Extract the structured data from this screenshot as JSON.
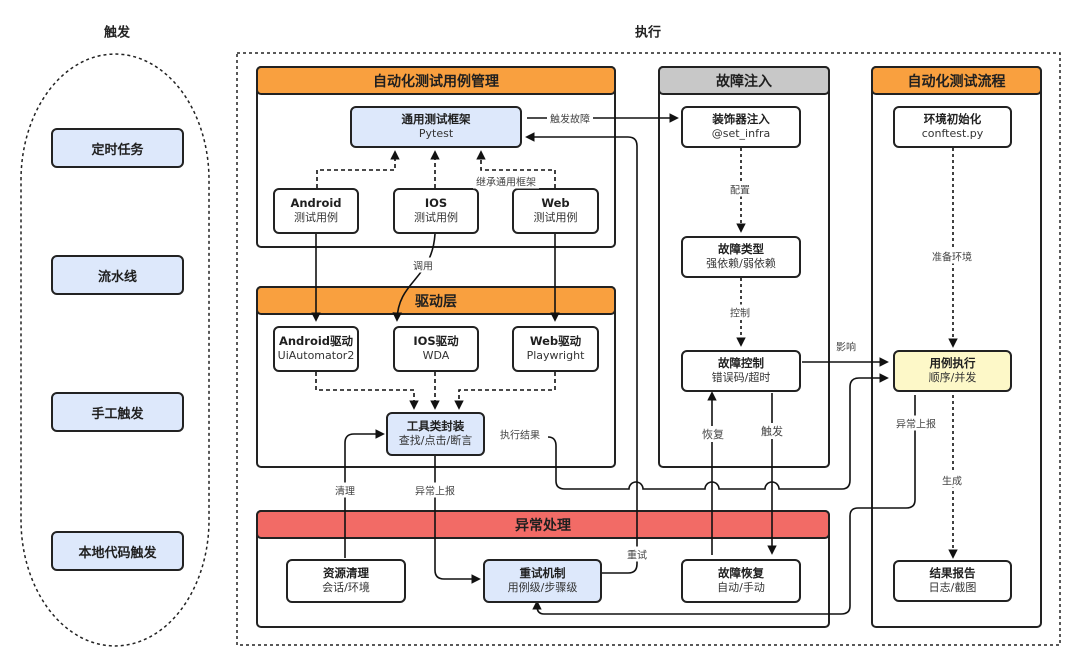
{
  "section_titles": {
    "trigger": "触发",
    "execute": "执行"
  },
  "triggers": [
    "定时任务",
    "流水线",
    "手工触发",
    "本地代码触发"
  ],
  "panels": {
    "case_mgmt": "自动化测试用例管理",
    "driver": "驱动层",
    "exception": "异常处理",
    "fault_injection": "故障注入",
    "flow": "自动化测试流程"
  },
  "nodes": {
    "pytest": {
      "title": "通用测试框架",
      "sub": "Pytest"
    },
    "android_case": {
      "title": "Android",
      "sub": "测试用例"
    },
    "ios_case": {
      "title": "IOS",
      "sub": "测试用例"
    },
    "web_case": {
      "title": "Web",
      "sub": "测试用例"
    },
    "android_driver": {
      "title": "Android驱动",
      "sub": "UiAutomator2"
    },
    "ios_driver": {
      "title": "IOS驱动",
      "sub": "WDA"
    },
    "web_driver": {
      "title": "Web驱动",
      "sub": "Playwright"
    },
    "tools": {
      "title": "工具类封装",
      "sub": "查找/点击/断言"
    },
    "cleanup": {
      "title": "资源清理",
      "sub": "会话/环境"
    },
    "retry": {
      "title": "重试机制",
      "sub": "用例级/步骤级"
    },
    "recover": {
      "title": "故障恢复",
      "sub": "自动/手动"
    },
    "decorator": {
      "title": "装饰器注入",
      "sub": "@set_infra"
    },
    "fault_type": {
      "title": "故障类型",
      "sub": "强依赖/弱依赖"
    },
    "fault_ctrl": {
      "title": "故障控制",
      "sub": "错误码/超时"
    },
    "env_init": {
      "title": "环境初始化",
      "sub": "conftest.py"
    },
    "case_exec": {
      "title": "用例执行",
      "sub": "顺序/并发"
    },
    "report": {
      "title": "结果报告",
      "sub": "日志/截图"
    }
  },
  "edge_labels": {
    "trigger_fault": "触发故障",
    "inherit": "继承通用框架",
    "invoke": "调用",
    "exec_result": "执行结果",
    "cleanup": "清理",
    "exception_report_left": "异常上报",
    "retry": "重试",
    "configure": "配置",
    "control": "控制",
    "affect": "影响",
    "recover": "恢复",
    "trigger": "触发",
    "prepare_env": "准备环境",
    "exception_report_right": "异常上报",
    "generate": "生成"
  },
  "colors": {
    "orange": "#f9a03f",
    "grey": "#c8c8c8",
    "red": "#f26b66",
    "blue": "#dde8fb",
    "yellow": "#fdf8c8"
  }
}
